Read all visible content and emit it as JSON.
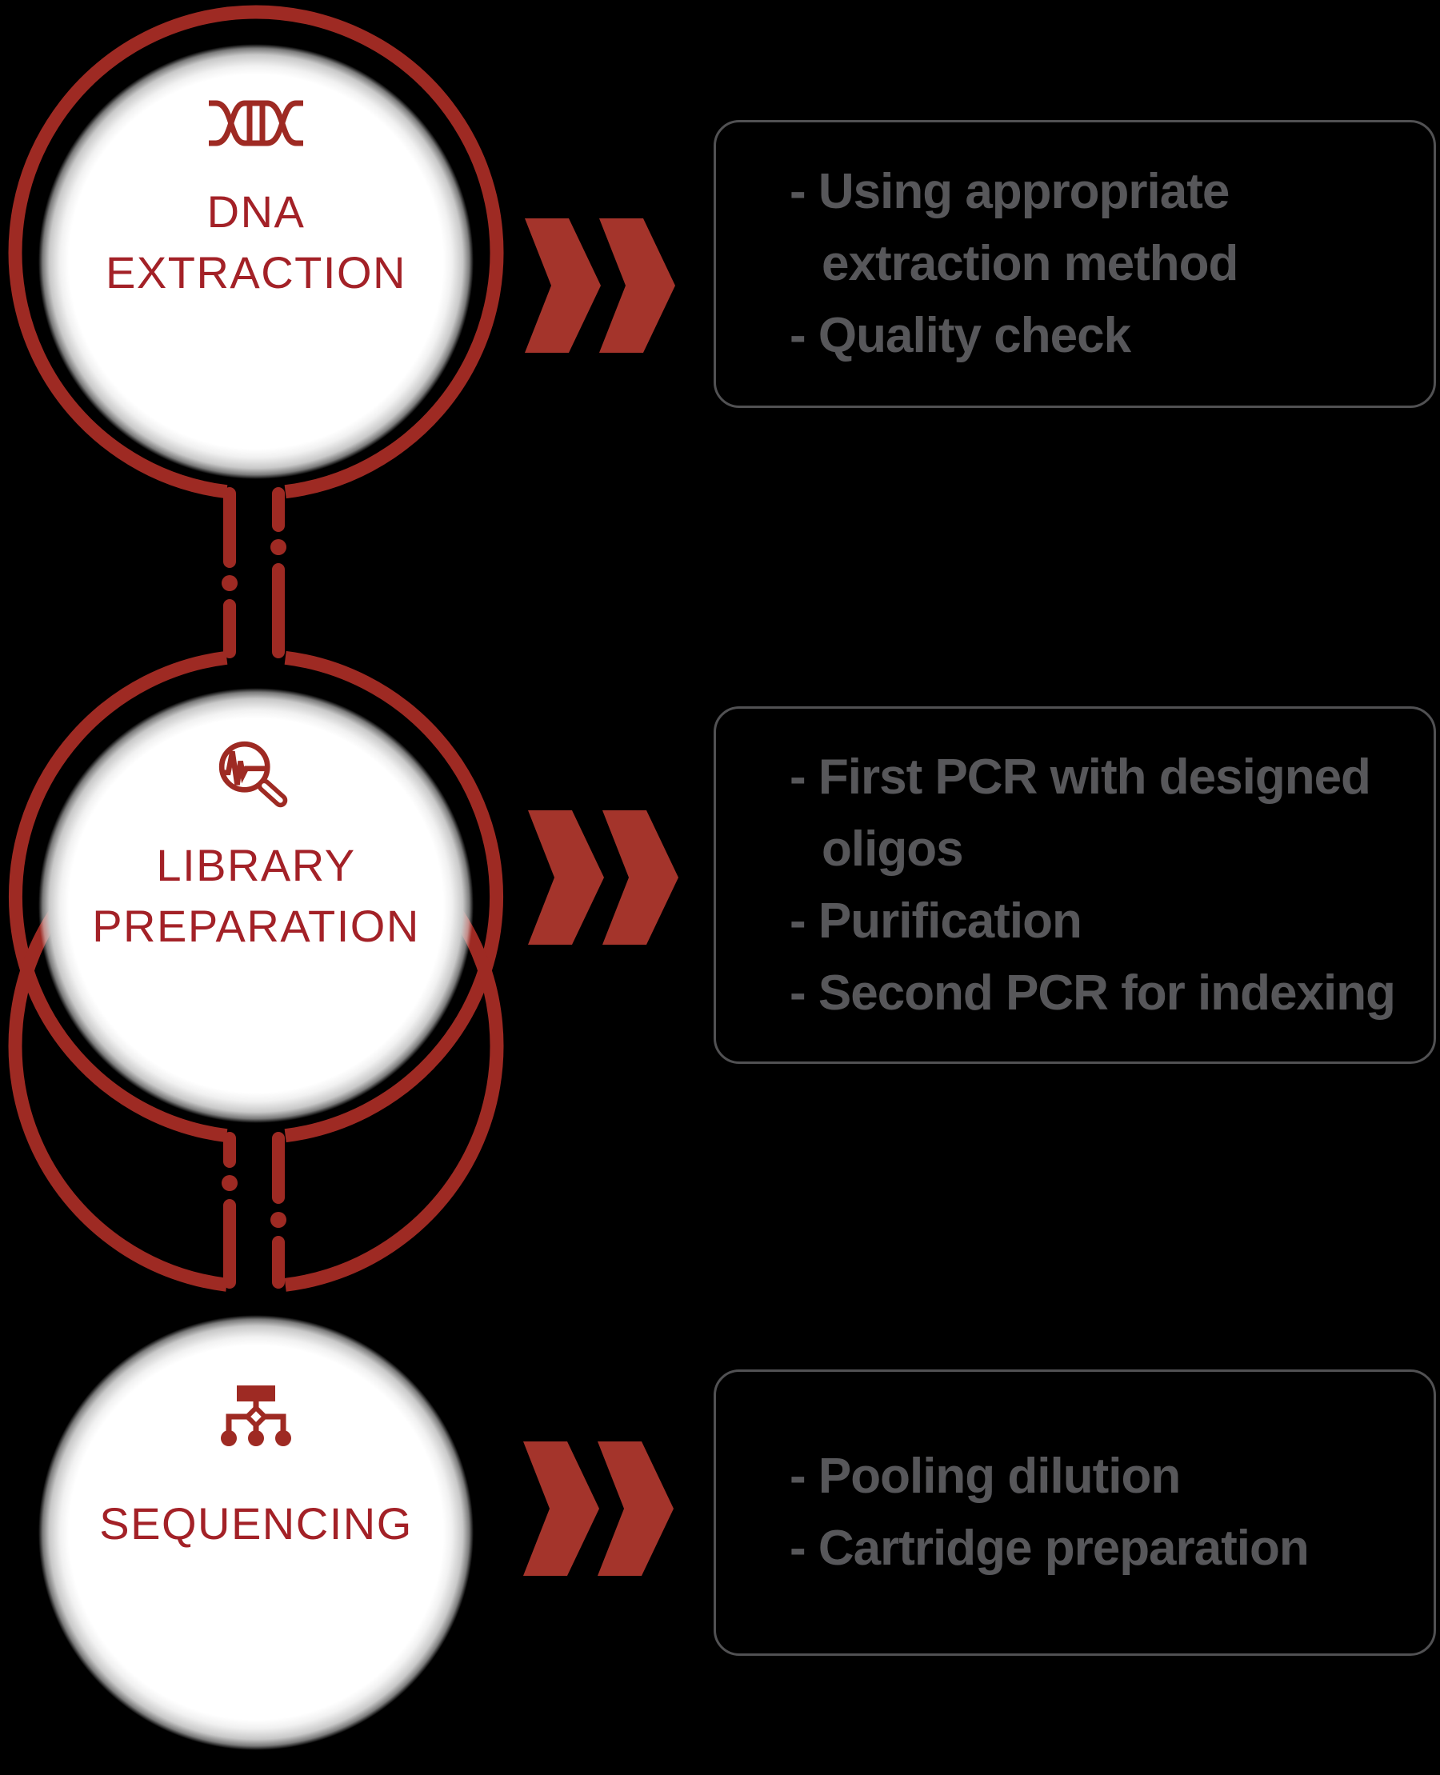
{
  "palette": {
    "background": "#000000",
    "ring_red": "#9E2A23",
    "chevron_red": "#A4342B",
    "title_red": "#A32127",
    "box_border": "#515153",
    "box_text": "#57575A",
    "disc_fill": "#FFFFFF",
    "disc_edge": "#C9C9C9"
  },
  "steps": [
    {
      "icon": "dna-helix-icon",
      "title_lines": [
        "DNA",
        "EXTRACTION"
      ],
      "detail_lines": [
        "- Using appropriate",
        "extraction method",
        "- Quality check"
      ]
    },
    {
      "icon": "magnifier-waveform-icon",
      "title_lines": [
        "LIBRARY",
        "PREPARATION"
      ],
      "detail_lines": [
        "- First PCR with designed",
        "oligos",
        "- Purification",
        "- Second PCR for indexing"
      ]
    },
    {
      "icon": "sitemap-icon",
      "title_lines": [
        "SEQUENCING"
      ],
      "detail_lines": [
        "- Pooling dilution",
        "- Cartridge preparation"
      ]
    }
  ]
}
